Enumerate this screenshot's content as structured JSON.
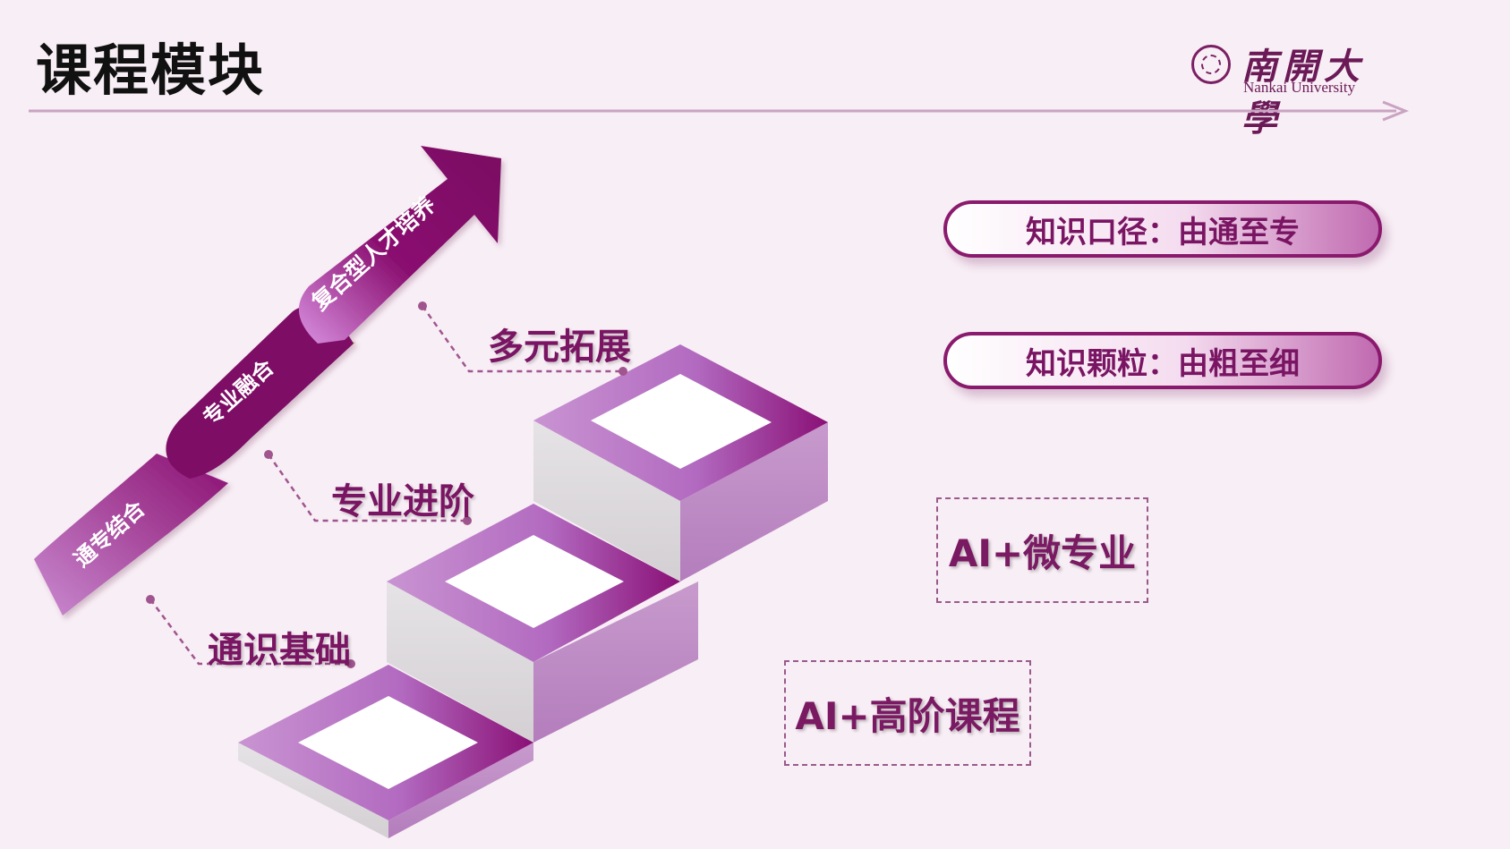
{
  "header": {
    "title": "课程模块",
    "logo_cn": "南開大學",
    "logo_en": "Nankai University"
  },
  "arrow_labels": [
    "通专结合",
    "专业融合",
    "复合型人才培养"
  ],
  "steps": [
    "通识基础",
    "专业进阶",
    "多元拓展"
  ],
  "pills": [
    "知识口径：由通至专",
    "知识颗粒：由粗至细"
  ],
  "boxes": [
    "AI+微专业",
    "AI+高阶课程"
  ],
  "colors": {
    "accent": "#8a0f70",
    "light": "#c98ad0",
    "background": "#f8eef5"
  }
}
